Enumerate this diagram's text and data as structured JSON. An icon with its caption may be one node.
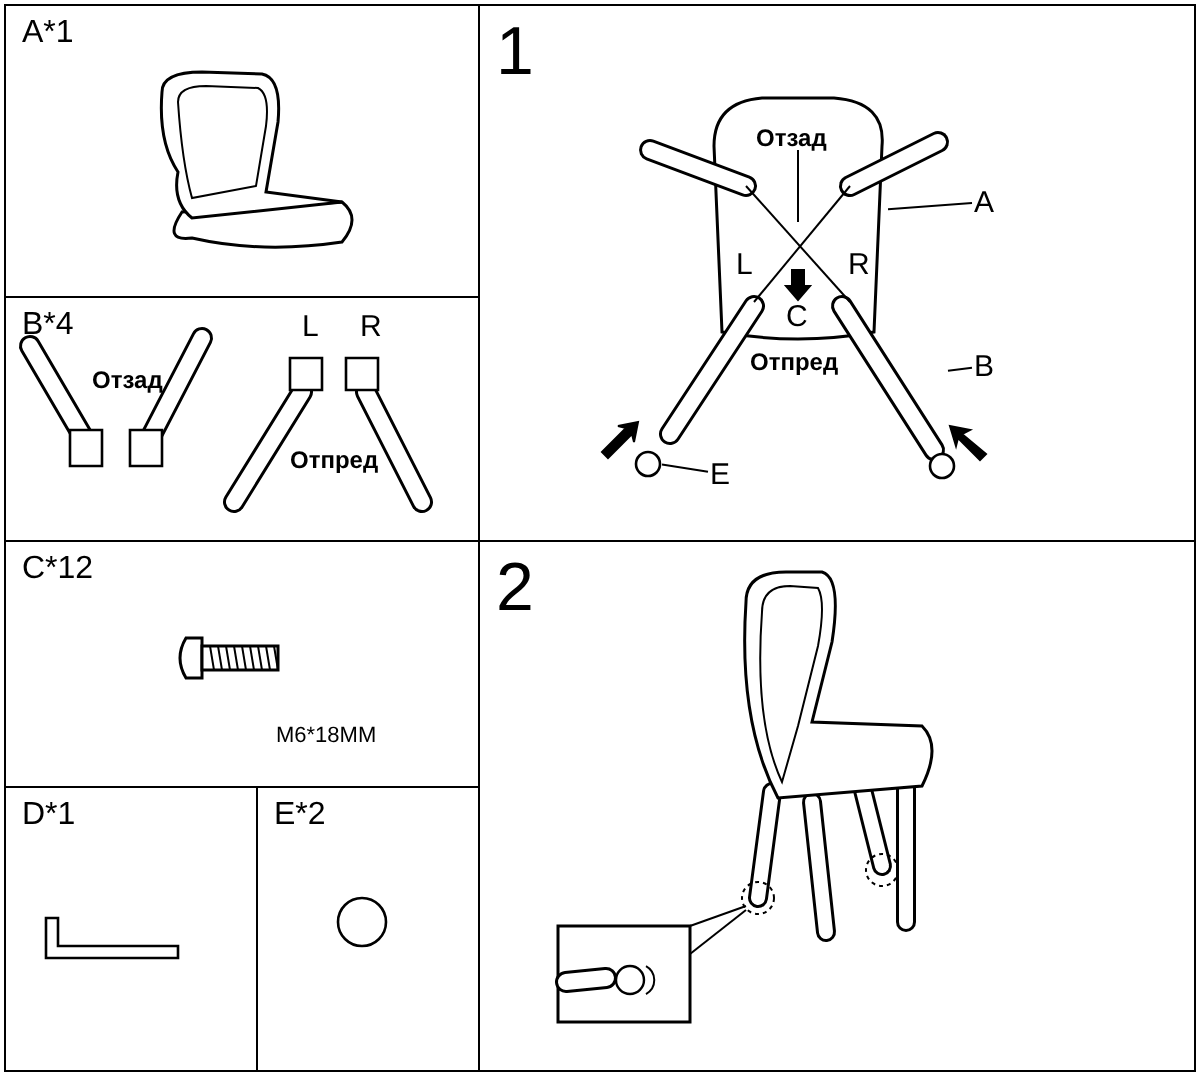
{
  "diagram": {
    "nodes": [
      {
        "text": [
          "A*1"
        ]
      },
      {
        "text": [
          "B*4"
        ]
      },
      {
        "text": [
          "C*12"
        ]
      },
      {
        "text": [
          "D*1"
        ]
      },
      {
        "text": [
          "E*2"
        ]
      },
      {
        "text": [
          "1"
        ]
      },
      {
        "text": [
          "2"
        ]
      },
      {
        "text": [
          "A"
        ],
        "in": 5
      },
      {
        "text": [
          "B"
        ],
        "in": 5
      },
      {
        "text": [
          "E"
        ],
        "in": 5
      },
      {
        "text": [],
        "shape": "picture",
        "in": 5
      },
      {
        "text": [],
        "shape": "picture",
        "in": 5
      },
      {
        "text": [],
        "shape": "circle",
        "in": 5
      }
    ],
    "edges": [
      {
        "from": 7,
        "to": 10,
        "arrow": "none"
      },
      {
        "from": 8,
        "to": 11,
        "arrow": "none"
      },
      {
        "from": 9,
        "to": 12,
        "arrow": "none"
      }
    ],
    "labels": [
      "Отзад",
      "L",
      "R",
      "Отпред",
      "M6*18MM",
      "Отзад",
      "L",
      "C",
      "R",
      "Отпред"
    ]
  }
}
